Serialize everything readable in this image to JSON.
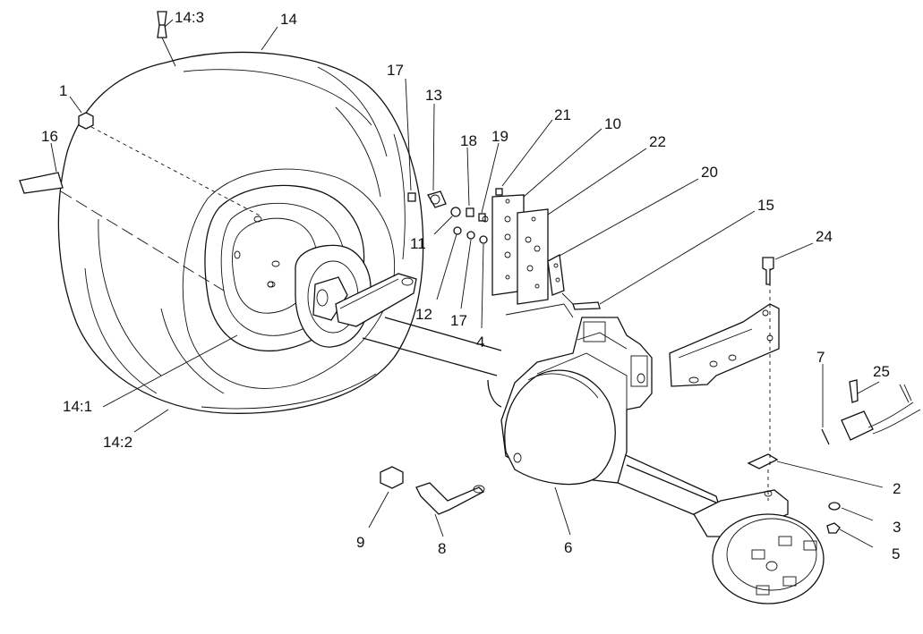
{
  "callouts": {
    "c14_3": "14:3",
    "c14": "14",
    "c1": "1",
    "c16": "16",
    "c17a": "17",
    "c13": "13",
    "c18": "18",
    "c19": "19",
    "c21": "21",
    "c10": "10",
    "c22": "22",
    "c20": "20",
    "c15": "15",
    "c24": "24",
    "c11": "11",
    "c12": "12",
    "c17b": "17",
    "c4": "4",
    "c7": "7",
    "c25": "25",
    "c14_1": "14:1",
    "c14_2": "14:2",
    "c2": "2",
    "c3": "3",
    "c5": "5",
    "c9": "9",
    "c8": "8",
    "c6": "6"
  }
}
